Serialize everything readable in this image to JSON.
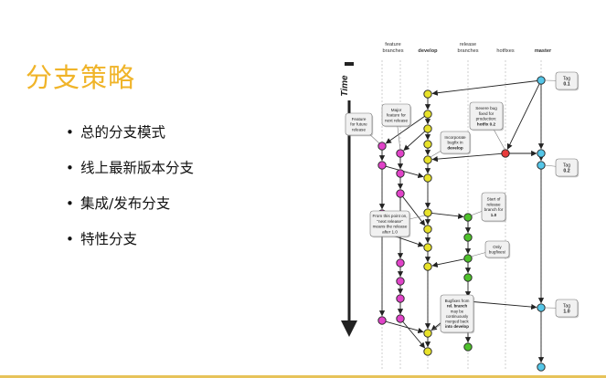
{
  "slide": {
    "title": "分支策略",
    "bullets": [
      "总的分支模式",
      "线上最新版本分支",
      "集成/发布分支",
      "特性分支"
    ]
  },
  "diagram": {
    "time_label": "Time",
    "columns": [
      {
        "lines": [
          "feature",
          "branches"
        ]
      },
      {
        "lines": [
          "develop"
        ],
        "bold": true
      },
      {
        "lines": [
          "release",
          "branches"
        ]
      },
      {
        "lines": [
          "hotfixes"
        ]
      },
      {
        "lines": [
          "master"
        ],
        "bold": true
      }
    ],
    "tags": [
      {
        "lines": [
          "Tag",
          "0.1"
        ]
      },
      {
        "lines": [
          "Tag",
          "0.2"
        ]
      },
      {
        "lines": [
          "Tag",
          "1.0"
        ]
      }
    ],
    "notes": [
      {
        "lines": [
          "Feature",
          "for future",
          "release"
        ]
      },
      {
        "lines": [
          "Major",
          "feature for",
          "next release"
        ]
      },
      {
        "lines": [
          "Severe bug",
          "fixed for",
          "production:",
          "hotfix 0.2"
        ]
      },
      {
        "lines": [
          "Incorporate",
          "bugfix in",
          "develop"
        ]
      },
      {
        "lines": [
          "Start of",
          "release",
          "branch for",
          "1.0"
        ]
      },
      {
        "lines": [
          "From this point on,",
          "\"next release\"",
          "means the release",
          "after 1.0"
        ]
      },
      {
        "lines": [
          "Only",
          "bugfixes!"
        ]
      },
      {
        "lines": [
          "Bugfixes from",
          "rel. branch",
          "may be",
          "continuously",
          "merged back",
          "into develop"
        ]
      }
    ],
    "colors": {
      "feature": "#e043c8",
      "develop": "#e8e22a",
      "release": "#4fc02c",
      "hotfix": "#e83b3b",
      "master": "#55c6e8",
      "title": "#f0b429"
    }
  }
}
